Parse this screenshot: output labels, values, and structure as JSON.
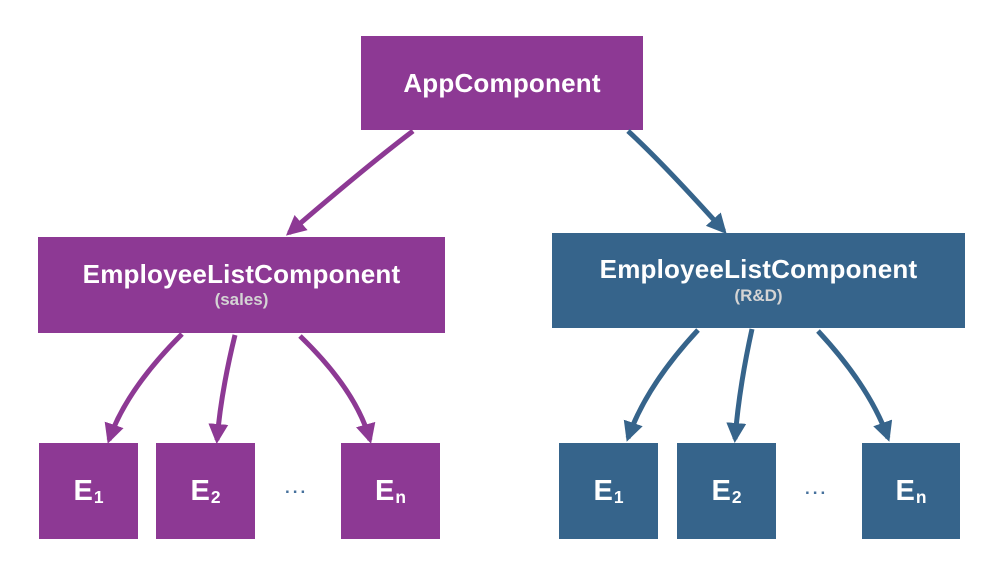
{
  "colors": {
    "purple": "#8D3994",
    "blue": "#36648B",
    "node_text": "#FFFFFF",
    "sublabel_text": "#D4D4D4",
    "ellipsis": "#46719C",
    "background": "#FFFFFF"
  },
  "nodes": {
    "app": {
      "label": "AppComponent"
    },
    "sales_list": {
      "label": "EmployeeListComponent",
      "sublabel": "(sales)"
    },
    "rnd_list": {
      "label": "EmployeeListComponent",
      "sublabel": "(R&D)"
    },
    "sales_employees": [
      {
        "main": "E",
        "sub": "1"
      },
      {
        "main": "E",
        "sub": "2"
      },
      {
        "main": "E",
        "sub": "n"
      }
    ],
    "rnd_employees": [
      {
        "main": "E",
        "sub": "1"
      },
      {
        "main": "E",
        "sub": "2"
      },
      {
        "main": "E",
        "sub": "n"
      }
    ],
    "ellipsis_left": "...",
    "ellipsis_right": "..."
  }
}
